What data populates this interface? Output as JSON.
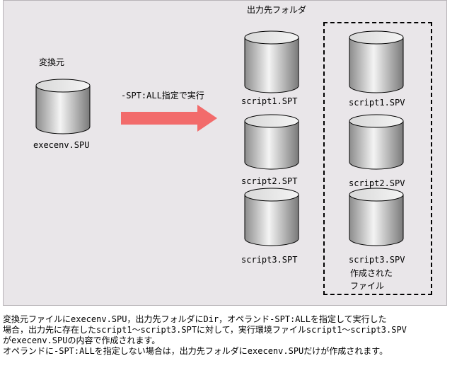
{
  "labels": {
    "source_heading": "変換元",
    "source_file": "execenv.SPU",
    "arrow_label": "-SPT:ALL指定で実行",
    "output_heading": "出力先フォルダ",
    "spt1": "script1.SPT",
    "spt2": "script2.SPT",
    "spt3": "script3.SPT",
    "spv1": "script1.SPV",
    "spv2": "script2.SPV",
    "spv3": "script3.SPV",
    "created_line1": "作成された",
    "created_line2": "ファイル"
  },
  "caption": {
    "line1": "変換元ファイルにexecenv.SPU，出力先フォルダにDir，オペランド-SPT:ALLを指定して実行した",
    "line2": "場合，出力先に存在したscript1～script3.SPTに対して，実行環境ファイルscript1～script3.SPV",
    "line3": "がexecenv.SPUの内容で作成されます。",
    "line4": "オペランドに-SPT:ALLを指定しない場合は，出力先フォルダにexecenv.SPUだけが作成されます。"
  },
  "colors": {
    "background": "#e9e6e9",
    "arrow": "#f26b6b"
  }
}
